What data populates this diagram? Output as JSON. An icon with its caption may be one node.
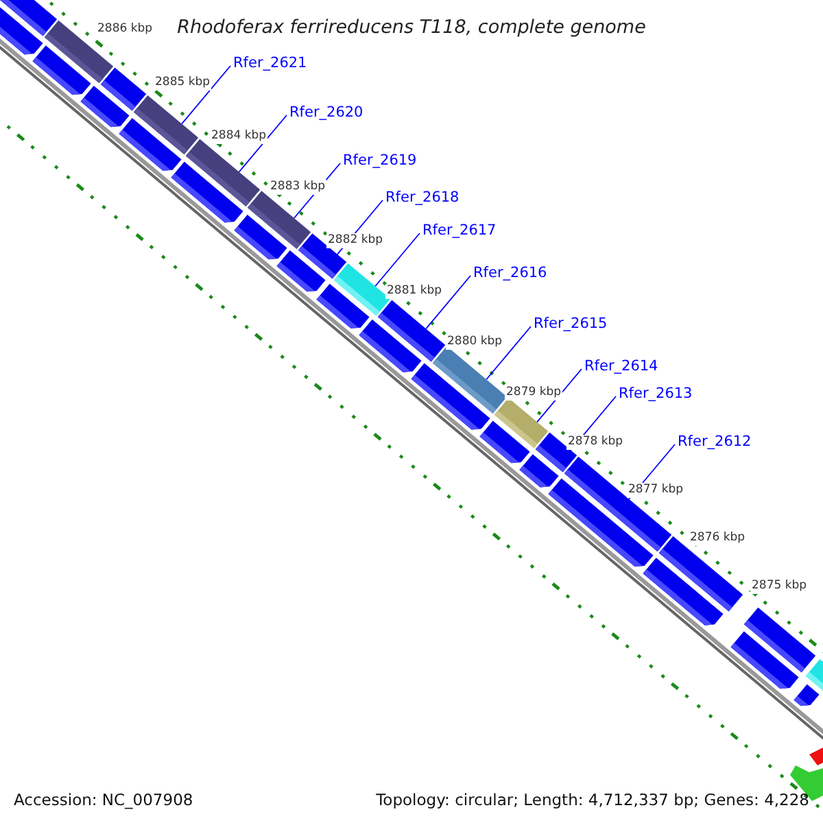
{
  "diagram": {
    "title": "Rhodoferax ferrireducens T118, complete genome",
    "nodes": [
      {
        "text": [
          "Rfer_2621"
        ]
      },
      {
        "text": [
          "Rfer_2620"
        ]
      },
      {
        "text": [
          "Rfer_2619"
        ]
      },
      {
        "text": [
          "Rfer_2618"
        ]
      },
      {
        "text": [
          "Rfer_2617"
        ]
      },
      {
        "text": [
          "Rfer_2616"
        ]
      },
      {
        "text": [
          "Rfer_2615"
        ]
      },
      {
        "text": [
          "Rfer_2614"
        ]
      },
      {
        "text": [
          "Rfer_2613"
        ]
      },
      {
        "text": [
          "Rfer_2612"
        ]
      },
      {
        "text": [],
        "shape": "bar"
      },
      {
        "text": [],
        "shape": "bar"
      },
      {
        "text": [],
        "shape": "bar"
      },
      {
        "text": [],
        "shape": "bar"
      },
      {
        "text": [],
        "shape": "bar"
      },
      {
        "text": [],
        "shape": "bar"
      },
      {
        "text": [],
        "shape": "bar"
      },
      {
        "text": [],
        "shape": "bar"
      },
      {
        "text": [],
        "shape": "bar"
      },
      {
        "text": [],
        "shape": "bar"
      },
      {
        "text": [],
        "shape": "bar"
      },
      {
        "text": [],
        "shape": "bar"
      },
      {
        "text": [],
        "shape": "bar"
      },
      {
        "text": [],
        "shape": "bar"
      },
      {
        "text": [],
        "shape": "bar"
      },
      {
        "text": [],
        "shape": "bar"
      },
      {
        "text": [],
        "shape": "bar"
      },
      {
        "text": [],
        "shape": "bar"
      },
      {
        "text": [],
        "shape": "bar"
      },
      {
        "text": [],
        "shape": "bar"
      },
      {
        "text": [],
        "shape": "bar"
      },
      {
        "text": [],
        "shape": "bar"
      },
      {
        "text": [],
        "shape": "bar"
      },
      {
        "text": [],
        "shape": "bar"
      },
      {
        "text": [],
        "shape": "bar"
      },
      {
        "text": [],
        "shape": "bar"
      },
      {
        "text": [],
        "shape": "bar"
      },
      {
        "text": [],
        "shape": "bar"
      },
      {
        "text": [],
        "shape": "bar"
      },
      {
        "text": [],
        "shape": "bar"
      },
      {
        "text": [],
        "shape": "bar"
      },
      {
        "text": [],
        "shape": "bar"
      }
    ],
    "edges": [
      {
        "from": 0,
        "to": 13,
        "arrow": "none"
      },
      {
        "from": 1,
        "to": 14,
        "arrow": "none"
      },
      {
        "from": 2,
        "to": 15,
        "arrow": "none"
      },
      {
        "from": 3,
        "to": 16,
        "arrow": "none"
      },
      {
        "from": 4,
        "to": 17,
        "arrow": "none"
      },
      {
        "from": 5,
        "to": 18,
        "arrow": "none"
      },
      {
        "from": 6,
        "to": 19,
        "arrow": "none"
      },
      {
        "from": 7,
        "to": 20,
        "arrow": "none"
      },
      {
        "from": 8,
        "to": 21,
        "arrow": "none"
      },
      {
        "from": 9,
        "to": 22,
        "arrow": "none"
      }
    ],
    "labels": [
      "2886 kbp",
      "2885 kbp",
      "2884 kbp",
      "2883 kbp",
      "2882 kbp",
      "2881 kbp",
      "2880 kbp",
      "2879 kbp",
      "2878 kbp",
      "2877 kbp",
      "2876 kbp",
      "2875 kbp",
      "Accession: NC_007908",
      "Topology: circular; Length: 4,712,337 bp; Genes: 4,228"
    ]
  }
}
